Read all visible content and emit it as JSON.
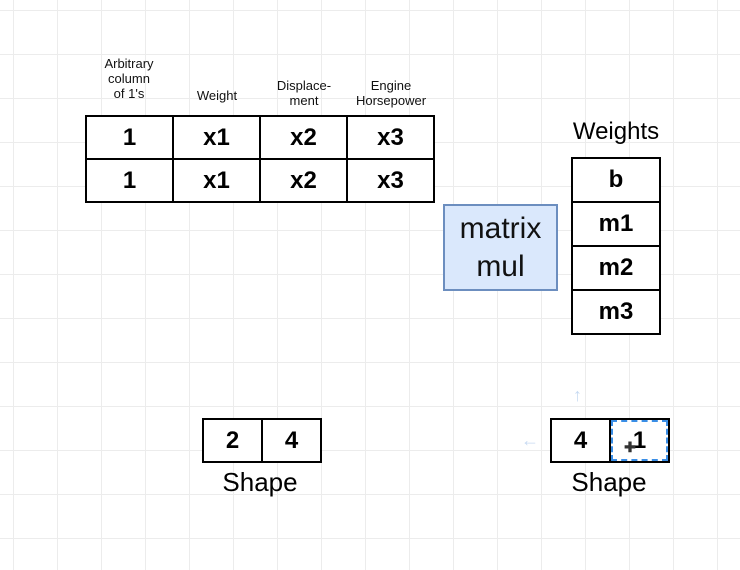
{
  "features": {
    "headers": [
      "Arbitrary\ncolumn\nof 1's",
      "Weight",
      "Displace-\nment",
      "Engine\nHorsepower"
    ],
    "rows": [
      [
        "1",
        "x1",
        "x2",
        "x3"
      ],
      [
        "1",
        "x1",
        "x2",
        "x3"
      ]
    ]
  },
  "operation": {
    "label": "matrix\nmul"
  },
  "weights": {
    "title": "Weights",
    "values": [
      "b",
      "m1",
      "m2",
      "m3"
    ]
  },
  "shapes": {
    "left": {
      "values": [
        "2",
        "4"
      ],
      "label": "Shape"
    },
    "right": {
      "values": [
        "4",
        "1"
      ],
      "label": "Shape"
    }
  },
  "colors": {
    "matmul_fill": "#dae8fc",
    "matmul_border": "#6c8ebf",
    "selection": "#3a8ee6"
  }
}
